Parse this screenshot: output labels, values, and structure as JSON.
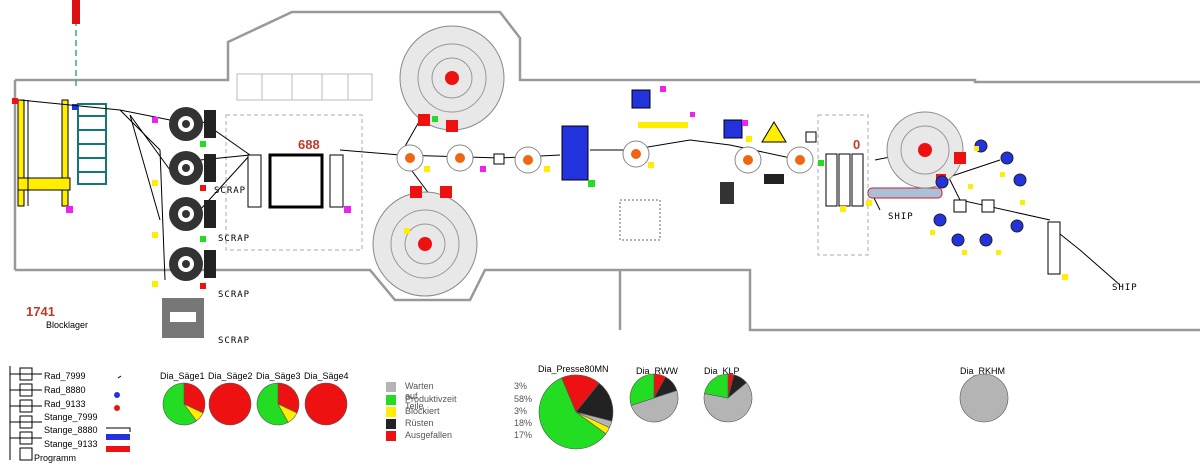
{
  "plant": {
    "counters": {
      "saw_buffer": "688",
      "press_buffer": "0",
      "blocklager": "1741"
    },
    "labels": {
      "scrap": "SCRAP",
      "ship": "SHIP",
      "blocklager": "Blocklager"
    }
  },
  "products": {
    "items": [
      "Rad_7999",
      "Rad_8880",
      "Rad_9133",
      "Stange_7999",
      "Stange_8880",
      "Stange_9133"
    ],
    "programm_label": "Programm"
  },
  "legend": {
    "entries": [
      {
        "label": "Warten auf Teile",
        "percent": "3%",
        "color": "#b4b4b4"
      },
      {
        "label": "Produktivzeit",
        "percent": "58%",
        "color": "#22dd22"
      },
      {
        "label": "Blockiert",
        "percent": "3%",
        "color": "#ffee00"
      },
      {
        "label": "Rüsten",
        "percent": "18%",
        "color": "#222222"
      },
      {
        "label": "Ausgefallen",
        "percent": "17%",
        "color": "#ee1111"
      }
    ]
  },
  "pies": [
    {
      "title": "Dia_Säge1",
      "slices": {
        "productive": 60,
        "blocked": 8,
        "failed": 32
      }
    },
    {
      "title": "Dia_Säge2",
      "slices": {
        "failed": 100
      }
    },
    {
      "title": "Dia_Säge3",
      "slices": {
        "productive": 58,
        "blocked": 10,
        "failed": 32
      }
    },
    {
      "title": "Dia_Säge4",
      "slices": {
        "failed": 100
      }
    },
    {
      "title": "Dia_Presse80MN",
      "slices": {
        "waiting": 3,
        "productive": 58,
        "blocked": 3,
        "setup": 18,
        "failed": 17
      }
    },
    {
      "title": "Dia_RWW",
      "slices": {
        "waiting": 50,
        "productive": 30,
        "setup": 12,
        "failed": 8
      }
    },
    {
      "title": "Dia_KLP",
      "slices": {
        "waiting": 64,
        "productive": 22,
        "setup": 10,
        "failed": 4
      }
    },
    {
      "title": "Dia_RKHM",
      "slices": {
        "waiting": 100
      }
    }
  ]
}
